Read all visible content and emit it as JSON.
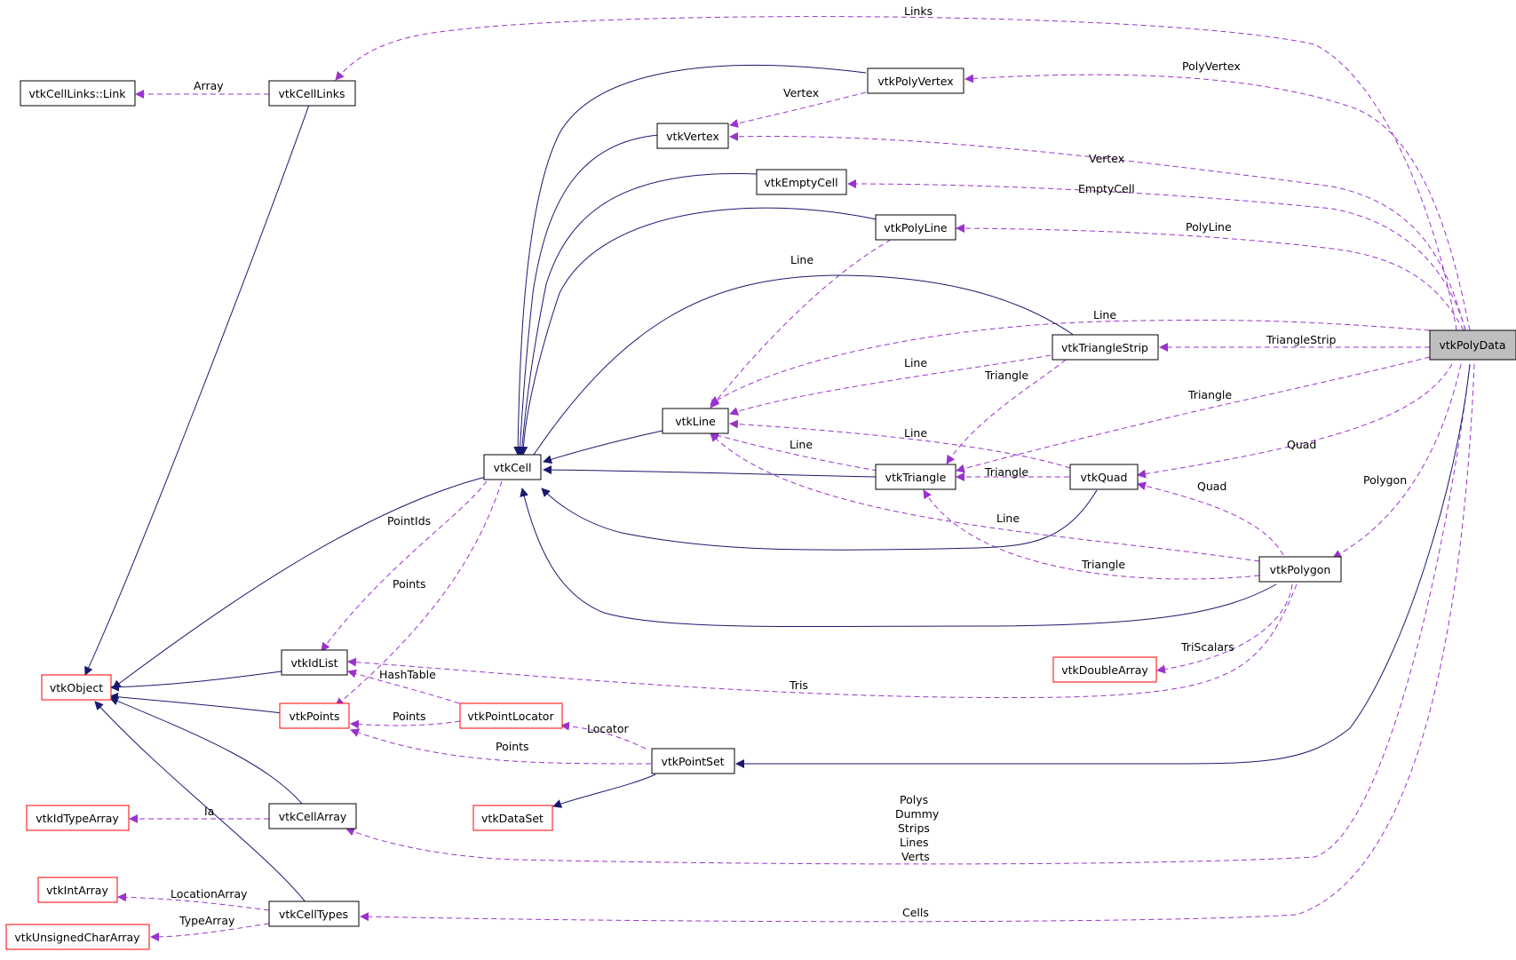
{
  "colors": {
    "inheritance": "#191970",
    "usage": "#9a32cd",
    "normal_border": "#000000",
    "highlight_border": "#ff0000",
    "focus_fill": "#bfbfbf",
    "node_fill": "#ffffff"
  },
  "nodes": {
    "vtkPolyData": "vtkPolyData",
    "vtkCellLinks_Link": "vtkCellLinks::Link",
    "vtkCellLinks": "vtkCellLinks",
    "vtkPolyVertex": "vtkPolyVertex",
    "vtkVertex": "vtkVertex",
    "vtkEmptyCell": "vtkEmptyCell",
    "vtkPolyLine": "vtkPolyLine",
    "vtkTriangleStrip": "vtkTriangleStrip",
    "vtkLine": "vtkLine",
    "vtkCell": "vtkCell",
    "vtkTriangle": "vtkTriangle",
    "vtkQuad": "vtkQuad",
    "vtkPolygon": "vtkPolygon",
    "vtkObject": "vtkObject",
    "vtkIdList": "vtkIdList",
    "vtkPoints": "vtkPoints",
    "vtkPointLocator": "vtkPointLocator",
    "vtkDoubleArray": "vtkDoubleArray",
    "vtkPointSet": "vtkPointSet",
    "vtkDataSet": "vtkDataSet",
    "vtkIdTypeArray": "vtkIdTypeArray",
    "vtkCellArray": "vtkCellArray",
    "vtkIntArray": "vtkIntArray",
    "vtkCellTypes": "vtkCellTypes",
    "vtkUnsignedCharArray": "vtkUnsignedCharArray"
  },
  "edge_labels": {
    "links": "Links",
    "array": "Array",
    "polyvertex": "PolyVertex",
    "vertex_pv": "Vertex",
    "vertex": "Vertex",
    "emptycell": "EmptyCell",
    "polyline": "PolyLine",
    "line_pl": "Line",
    "line_top": "Line",
    "trianglestrip": "TriangleStrip",
    "line_ts": "Line",
    "triangle_ts": "Triangle",
    "triangle_pd": "Triangle",
    "line_quad": "Line",
    "line_tri": "Line",
    "quad_pd": "Quad",
    "triangle_quad": "Triangle",
    "polygon_pd": "Polygon",
    "quad_pg": "Quad",
    "line_pg": "Line",
    "triangle_pg": "Triangle",
    "pointids": "PointIds",
    "points_cell": "Points",
    "trisclars": "TriScalars",
    "hashtable": "HashTable",
    "tris": "Tris",
    "points_pl": "Points",
    "locator": "Locator",
    "points_ps": "Points",
    "ia": "Ia",
    "cellarray_multi": [
      "Polys",
      "Dummy",
      "Strips",
      "Lines",
      "Verts"
    ],
    "locationarray": "LocationArray",
    "typearray": "TypeArray",
    "cells": "Cells"
  }
}
